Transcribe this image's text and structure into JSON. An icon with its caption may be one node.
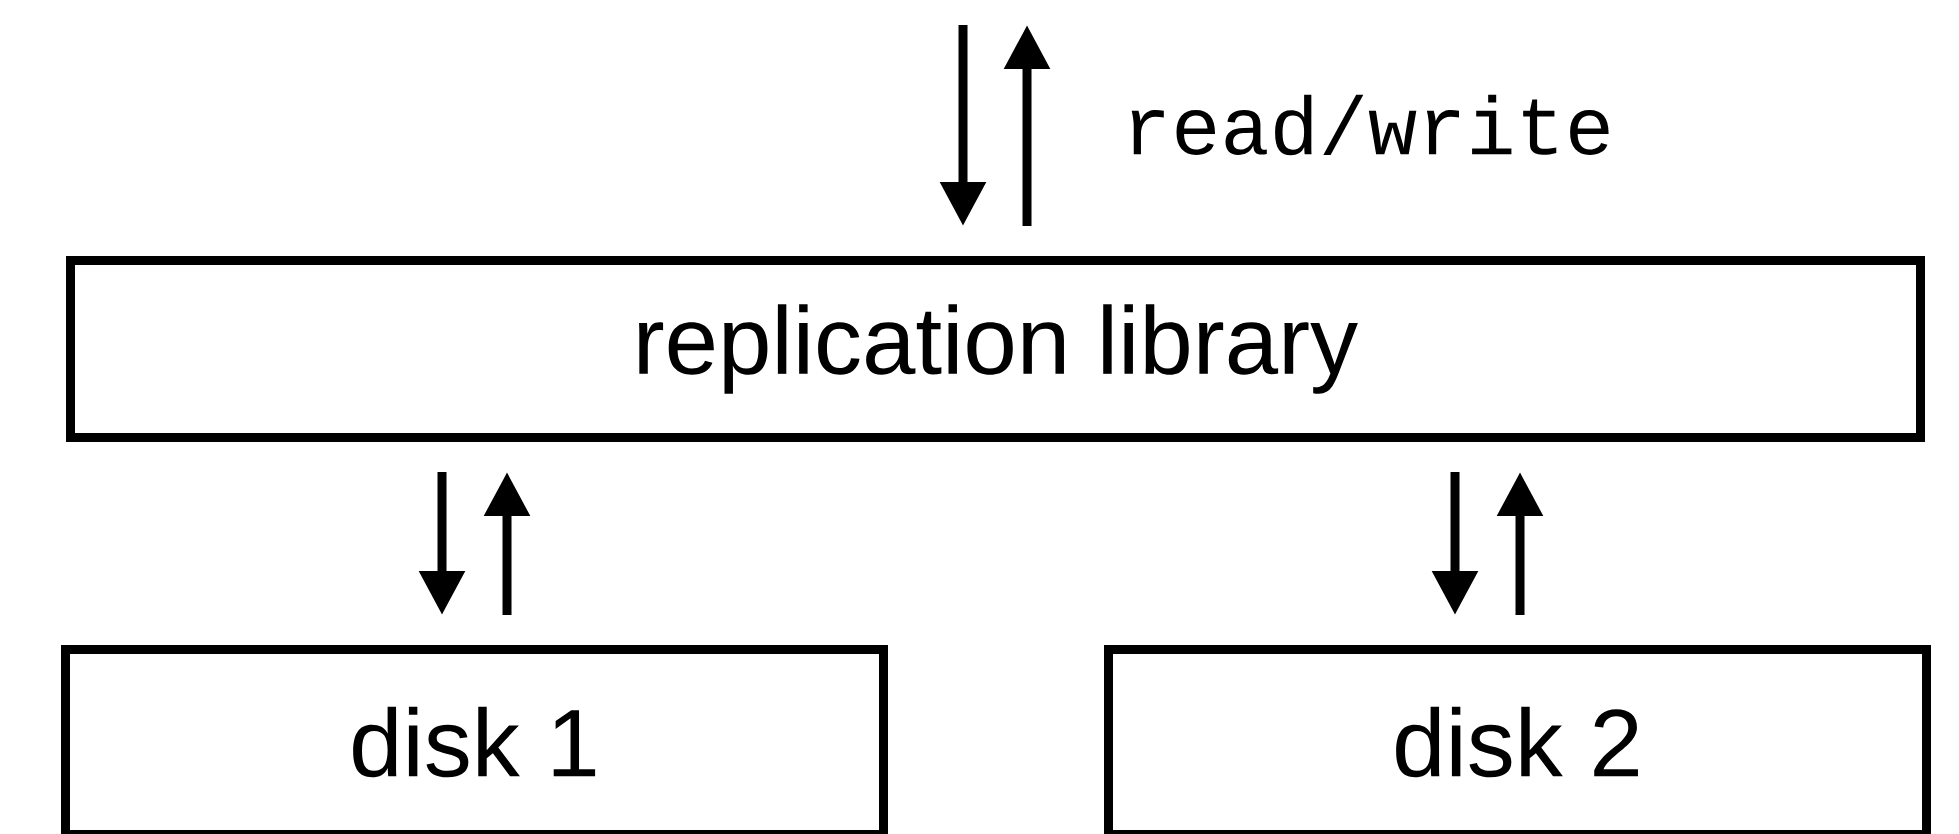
{
  "diagram": {
    "nodes": [
      {
        "text": [
          "replication library"
        ]
      },
      {
        "text": [
          "disk 1"
        ]
      },
      {
        "text": [
          "disk 2"
        ]
      }
    ],
    "edges": [
      {
        "from": null,
        "to": 0,
        "arrow": "to"
      },
      {
        "from": 0,
        "to": null,
        "arrow": "to",
        "label": "read/write"
      },
      {
        "from": 0,
        "to": 1,
        "arrow": "to"
      },
      {
        "from": 1,
        "to": 0,
        "arrow": "to"
      },
      {
        "from": 0,
        "to": 2,
        "arrow": "to"
      },
      {
        "from": 2,
        "to": 0,
        "arrow": "to"
      }
    ]
  }
}
